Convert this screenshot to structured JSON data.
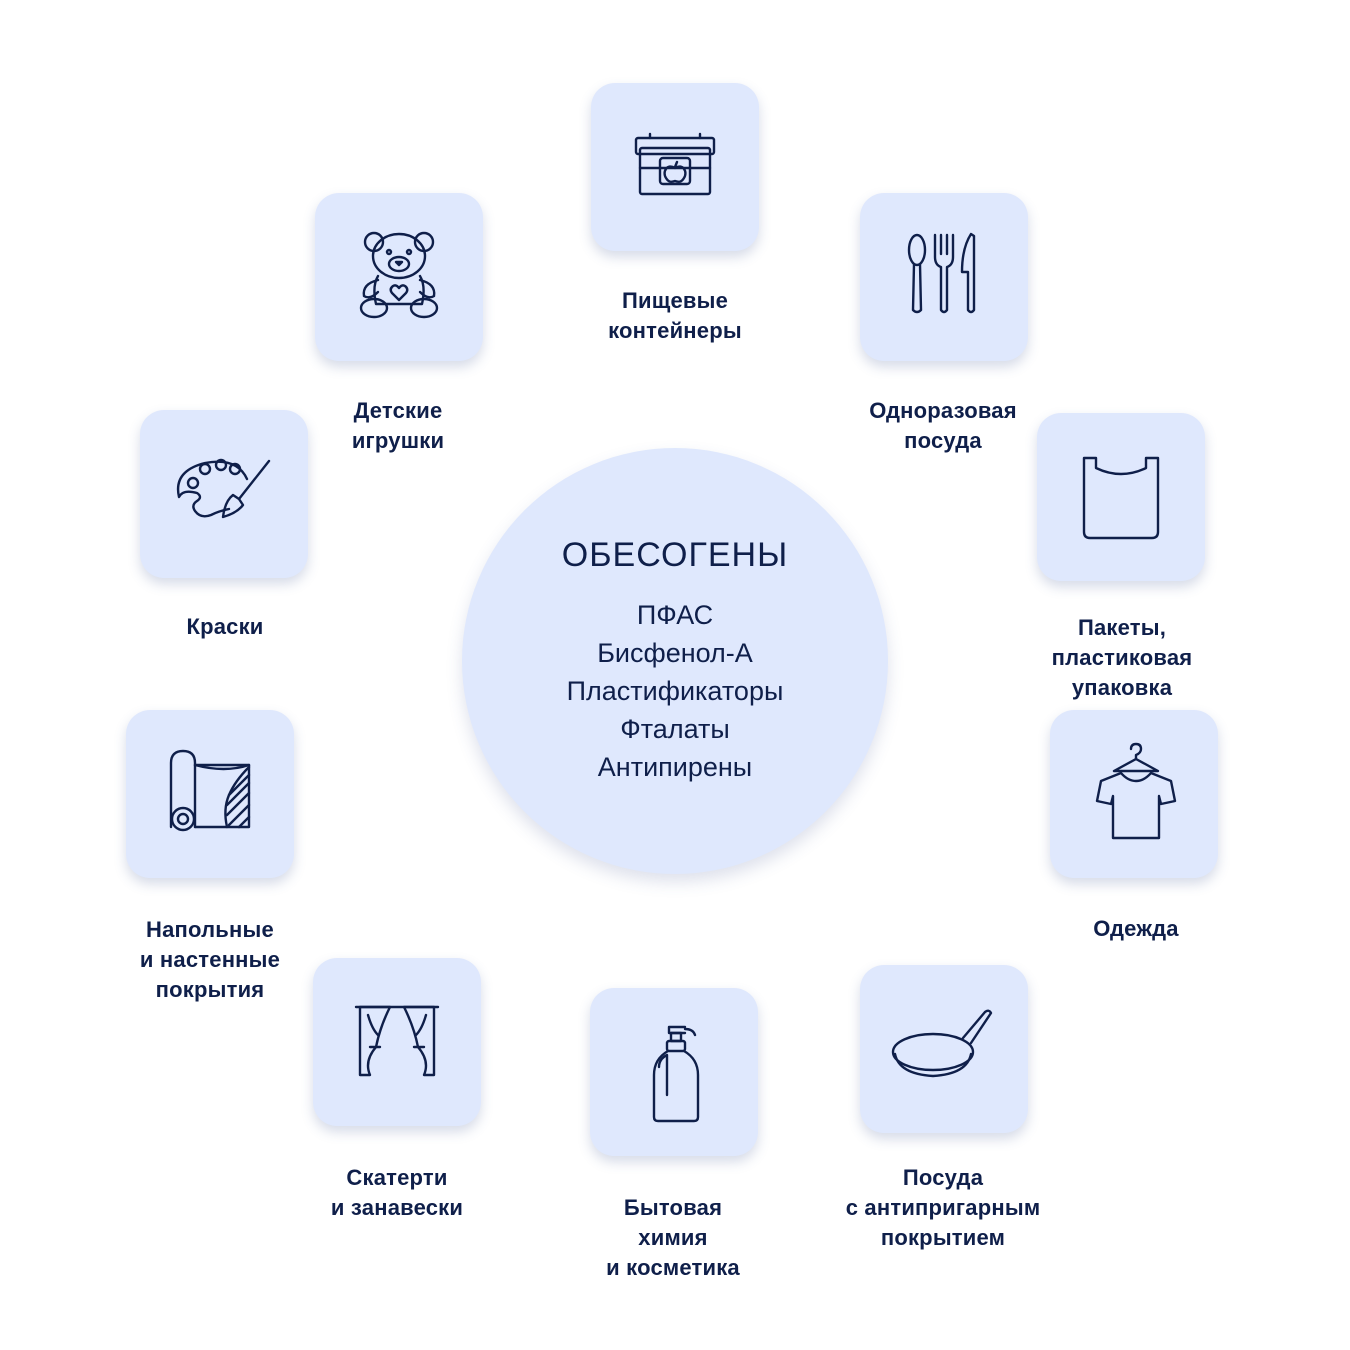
{
  "center": {
    "title": "ОБЕСОГЕНЫ",
    "items": [
      "ПФАС",
      "Бисфенол-А",
      "Пластификаторы",
      "Фталаты",
      "Антипирены"
    ]
  },
  "categories": [
    {
      "icon": "food-container-icon",
      "label": "Пищевые\nконтейнеры"
    },
    {
      "icon": "cutlery-icon",
      "label": "Одноразовая\nпосуда"
    },
    {
      "icon": "plastic-bag-icon",
      "label": "Пакеты,\nпластиковая\nупаковка"
    },
    {
      "icon": "tshirt-hanger-icon",
      "label": "Одежда"
    },
    {
      "icon": "frying-pan-icon",
      "label": "Посуда\nс антипригарным\nпокрытием"
    },
    {
      "icon": "spray-bottle-icon",
      "label": "Бытовая\nхимия\nи косметика"
    },
    {
      "icon": "curtains-icon",
      "label": "Скатерти\nи занавески"
    },
    {
      "icon": "wallpaper-roll-icon",
      "label": "Напольные\nи настенные\nпокрытия"
    },
    {
      "icon": "paint-palette-icon",
      "label": "Краски"
    },
    {
      "icon": "teddy-bear-icon",
      "label": "Детские\nигрушки"
    }
  ],
  "colors": {
    "tile": "#dfe8fd",
    "ink": "#0f1f4a",
    "background": "#ffffff"
  }
}
